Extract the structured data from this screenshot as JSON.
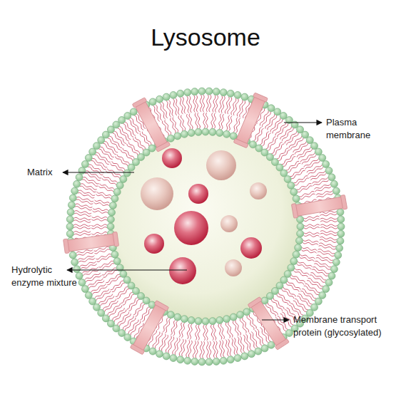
{
  "diagram": {
    "title": "Lysosome",
    "labels": [
      "Plasma membrane",
      "Matrix",
      "Hydrolytic enzyme mixture",
      "Membrane transport protein (glycosylated)"
    ]
  }
}
